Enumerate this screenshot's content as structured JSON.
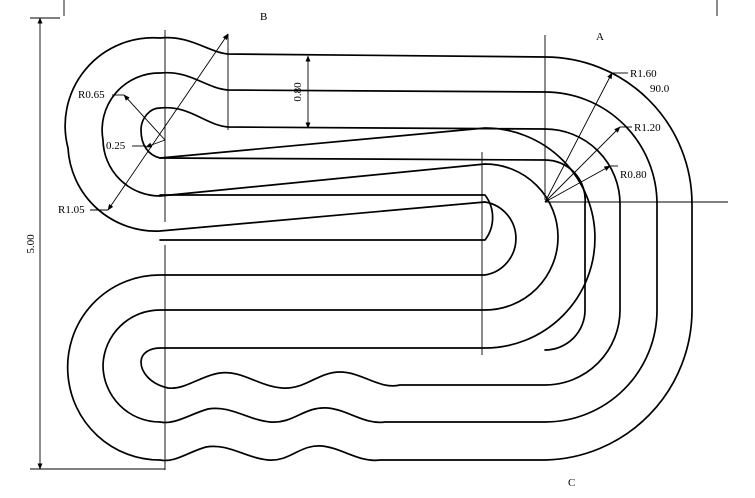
{
  "points": {
    "a": "A",
    "b": "B",
    "c": "C"
  },
  "dimensions": {
    "r160": "R1.60",
    "angle": "90.0",
    "r120": "R1.20",
    "r080": "R0.80",
    "r065": "R0.65",
    "d025": "0.25",
    "r105": "R1.05",
    "spacing": "0.80",
    "height": "5.00"
  }
}
